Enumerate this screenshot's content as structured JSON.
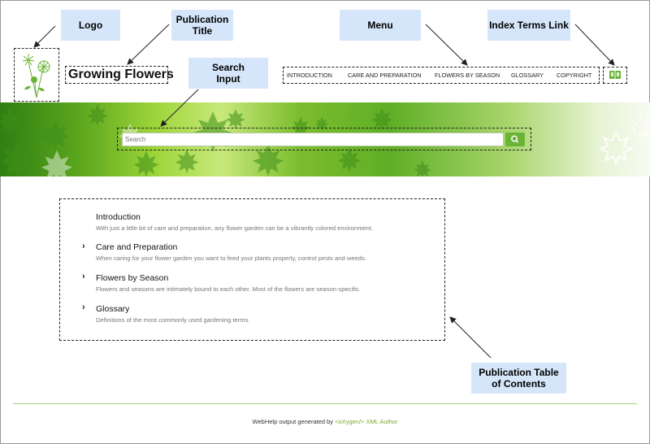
{
  "callouts": {
    "logo": "Logo",
    "pub_title_line1": "Publication",
    "pub_title_line2": "Title",
    "search_line1": "Search",
    "search_line2": "Input",
    "menu": "Menu",
    "index_terms": "Index Terms Link",
    "toc_line1": "Publication Table",
    "toc_line2": "of Contents"
  },
  "publication": {
    "title": "Growing Flowers"
  },
  "menu": [
    "INTRODUCTION",
    "CARE AND PREPARATION",
    "FLOWERS BY SEASON",
    "GLOSSARY",
    "COPYRIGHT"
  ],
  "search": {
    "placeholder": "Search"
  },
  "toc": [
    {
      "title": "Introduction",
      "desc": "With just a little bit of care and preparation, any flower garden can be a vibrantly colored environment.",
      "expandable": false
    },
    {
      "title": "Care and Preparation",
      "desc": "When caring for your flower garden you want to feed your plants properly, control pests and weeds.",
      "expandable": true
    },
    {
      "title": "Flowers by Season",
      "desc": "Flowers and seasons are intimately bound to each other. Most of the flowers are season-specific.",
      "expandable": true
    },
    {
      "title": "Glossary",
      "desc": "Definitions of the most commonly used gardening terms.",
      "expandable": true
    }
  ],
  "footer": {
    "prefix": "WebHelp output generated by ",
    "link": "<oXygen/> XML Author"
  },
  "colors": {
    "accent": "#6bb338",
    "callout_bg": "#d6e6fa",
    "footer_link": "#7aac2f"
  },
  "icons": {
    "logo": "dandelion-logo-icon",
    "index": "book-icon",
    "search": "magnifier-icon",
    "chevron": "chevron-right-icon"
  }
}
